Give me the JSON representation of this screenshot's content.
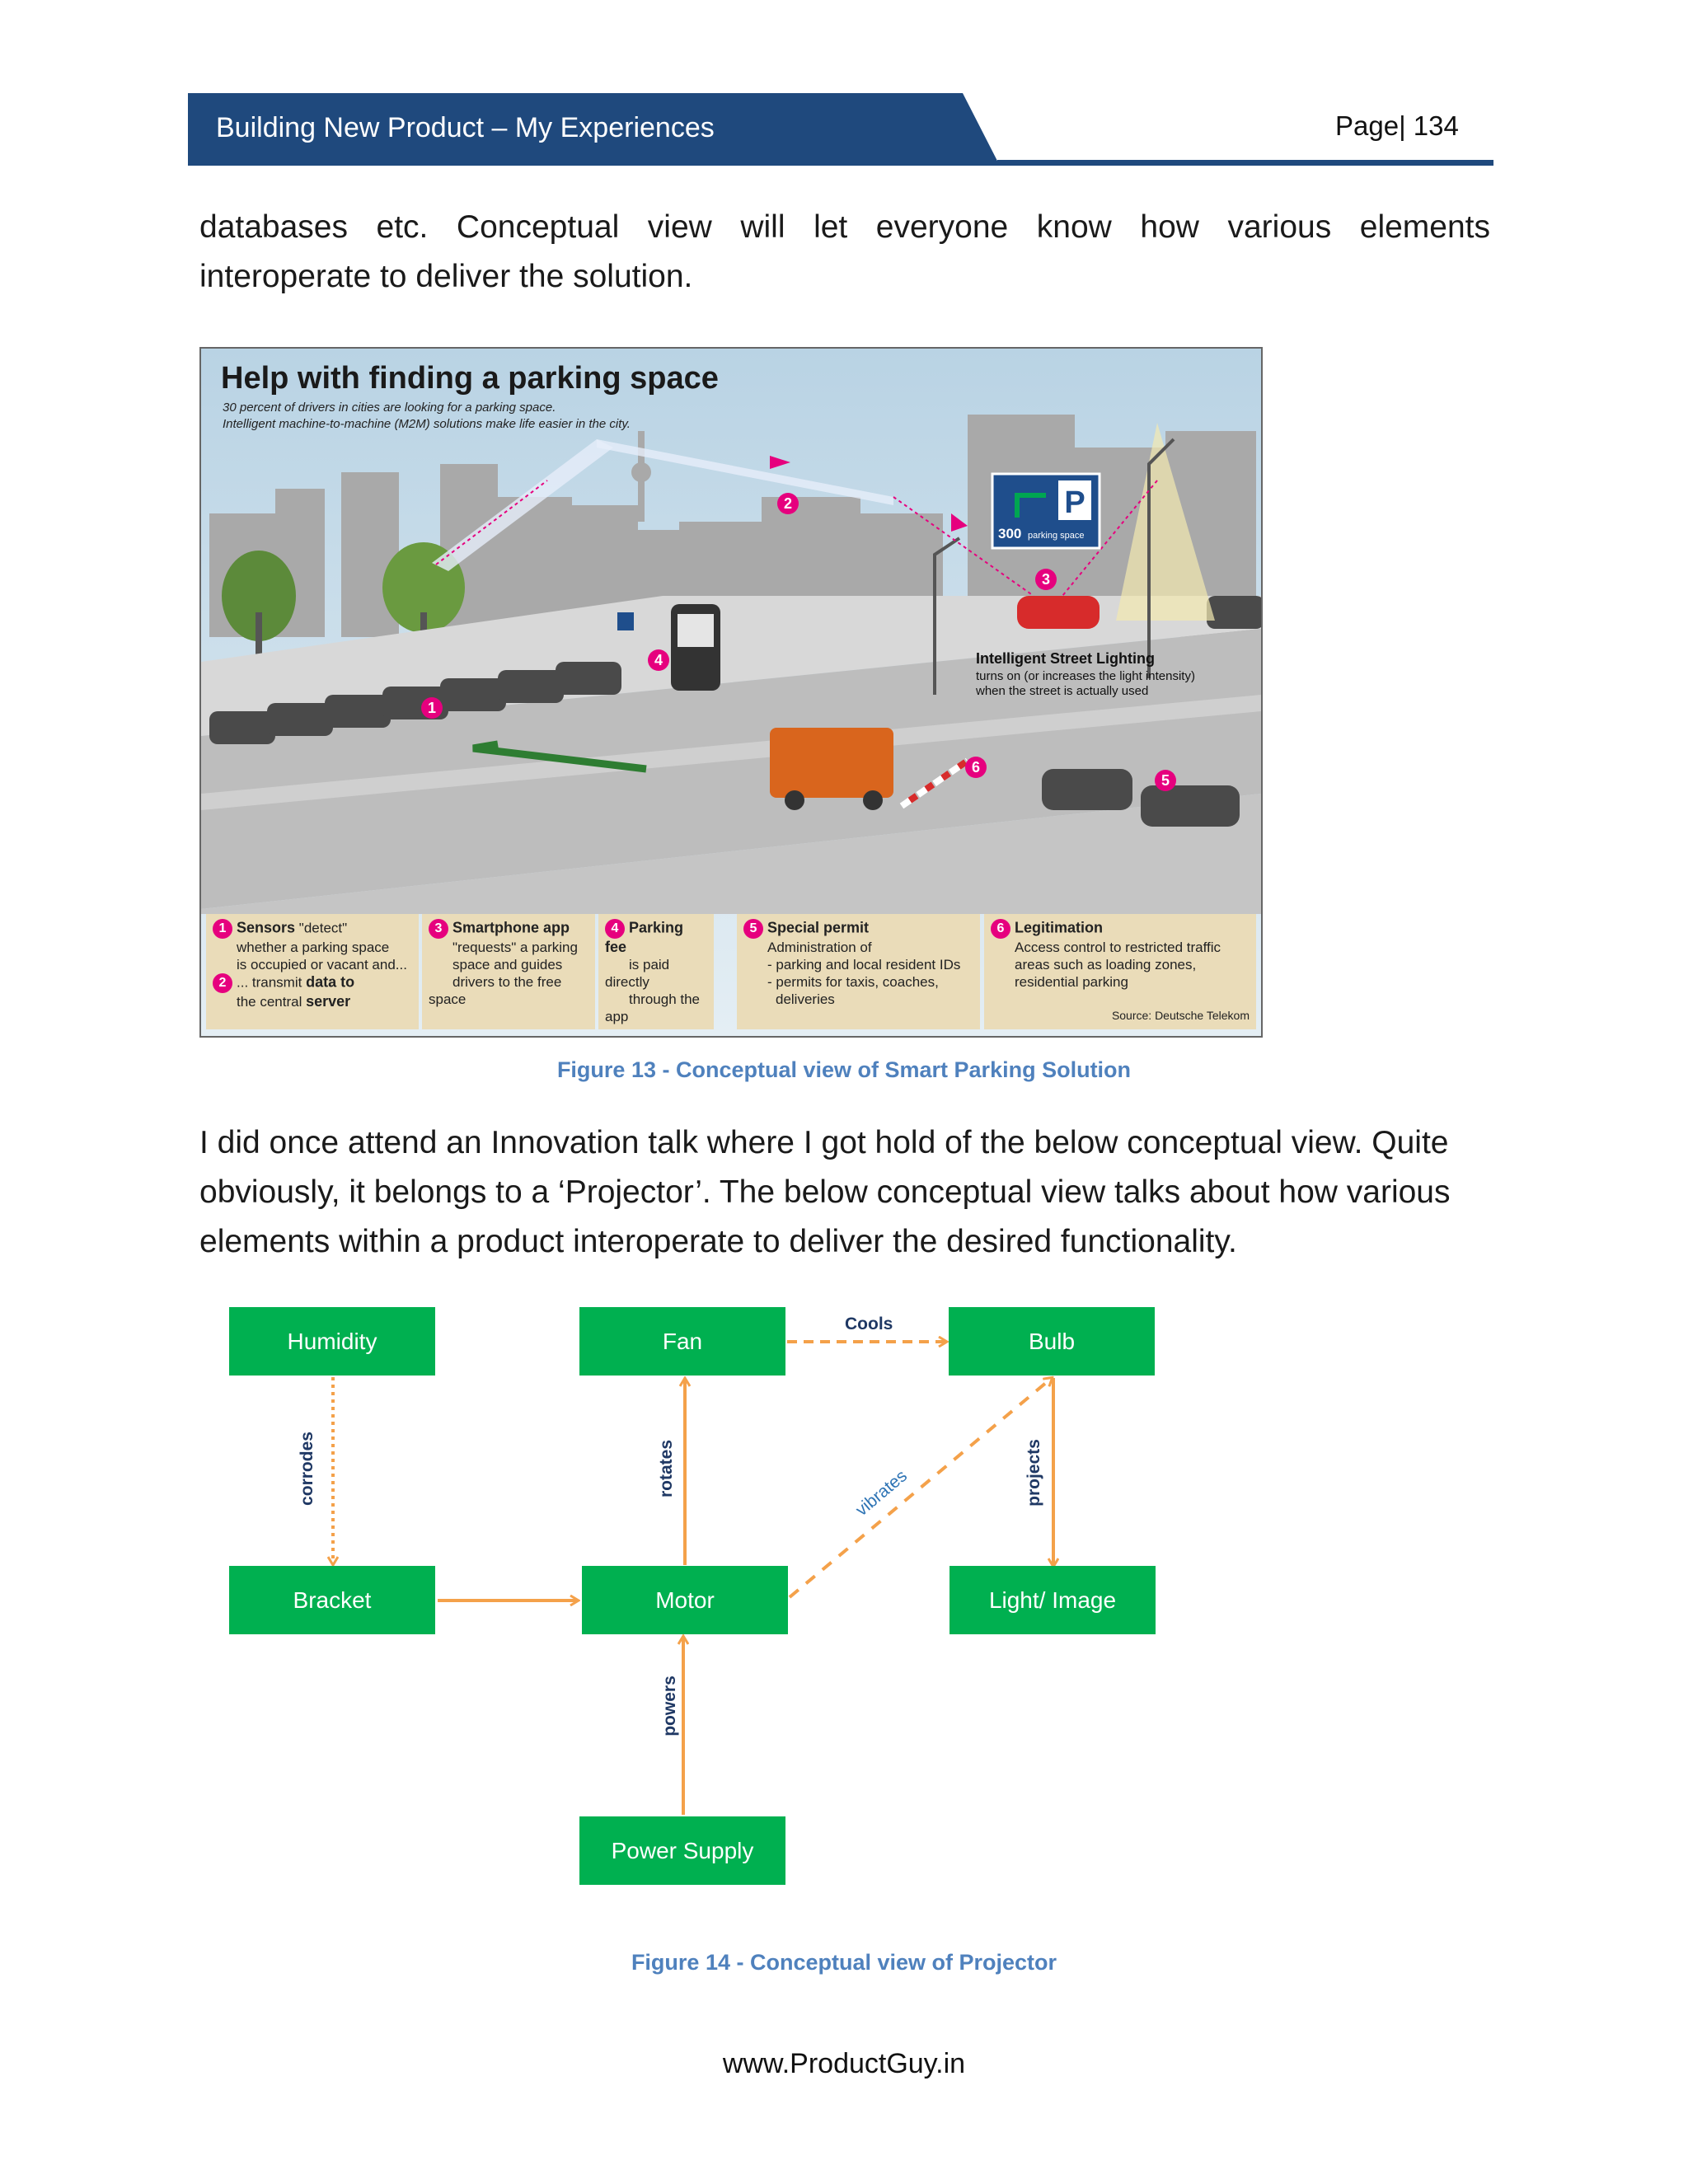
{
  "header": {
    "title": "Building New Product – My Experiences",
    "page_label": "Page| 134",
    "band_color": "#1f497d"
  },
  "paragraphs": {
    "p1_line1": "databases etc. Conceptual view will let everyone know how various elements",
    "p1_line2": "interoperate to deliver the solution.",
    "p2": "I did once attend an Innovation talk where I got hold of the below conceptual view. Quite obviously, it belongs to a ‘Projector’. The below conceptual view talks about how various elements within a product interoperate to deliver the desired functionality."
  },
  "figure13": {
    "title": "Help with finding a parking space",
    "subtitle_line1": "30 percent of drivers in cities are looking for a parking space.",
    "subtitle_line2": "Intelligent machine-to-machine (M2M) solutions make life easier in the city.",
    "sign_count": "300",
    "sign_text": "parking space",
    "sign_letter": "P",
    "lighting_title": "Intelligent Street Lighting",
    "lighting_line1": "turns on (or increases the light intensity)",
    "lighting_line2": "when the street is actually used",
    "markers": [
      "1",
      "2",
      "3",
      "4",
      "5",
      "6"
    ],
    "legend": {
      "n1": "1",
      "l1_title": "Sensors",
      "l1_rest": "\"detect\"",
      "l1_line2": "whether a parking space",
      "l1_line3": "is occupied or vacant and...",
      "n2": "2",
      "l2_pre": "... transmit",
      "l2_b1": "data to",
      "l2_pre2": "the central",
      "l2_b2": "server",
      "n3": "3",
      "l3_title": "Smartphone app",
      "l3_line1": "\"requests\" a parking",
      "l3_line2": "space and guides",
      "l3_line3": "drivers to the free space",
      "n4": "4",
      "l4_title": "Parking fee",
      "l4_line1": "is paid directly",
      "l4_line2": "through the app",
      "n5": "5",
      "l5_title": "Special permit",
      "l5_line1": "Administration of",
      "l5_line2": "- parking and local resident IDs",
      "l5_line3": "- permits for taxis, coaches,",
      "l5_line4": "deliveries",
      "n6": "6",
      "l6_title": "Legitimation",
      "l6_line1": "Access control to restricted traffic",
      "l6_line2": "areas such as loading zones,",
      "l6_line3": "residential parking",
      "source": "Source: Deutsche Telekom"
    },
    "caption": "Figure 13 - Conceptual view of Smart Parking Solution"
  },
  "figure14": {
    "boxes": {
      "humidity": "Humidity",
      "fan": "Fan",
      "bulb": "Bulb",
      "bracket": "Bracket",
      "motor": "Motor",
      "light_image": "Light/ Image",
      "power_supply": "Power Supply"
    },
    "edges": {
      "cools": "Cools",
      "corrodes": "corrodes",
      "rotates": "rotates",
      "vibrates": "vibrates",
      "projects": "projects",
      "powers": "powers"
    },
    "box_color": "#00b050",
    "arrow_color": "#f4a14a",
    "caption": "Figure 14 - Conceptual view of Projector"
  },
  "footer": "www.ProductGuy.in"
}
